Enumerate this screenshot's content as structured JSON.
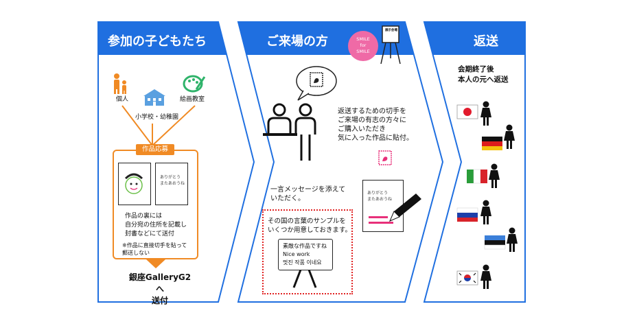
{
  "panels": {
    "children": {
      "title": "参加の子どもたち",
      "individual_label": "個人",
      "school_label": "小学校・幼稚園",
      "art_class_label": "絵画教室",
      "entry_badge": "作品応募",
      "back_instructions": "作品の裏には\n自分宛の住所を記載し\n封書などにて送付",
      "note": "※作品に直接切手を貼って\n郵送しない",
      "send_to": "銀座GalleryG2へ\n送付",
      "card_text": "ありがとう\nまたあおうね"
    },
    "visitors": {
      "title": "ご来場の方",
      "smile_badge": "SMILE\nfor\nSMILE",
      "easel_sign": "展示会場",
      "stamp_text": "返送するための切手を\nご来場の有志の方々に\nご購入いただき\n気に入った作品に貼付。",
      "message_text": "一言メッセージを添えて\nいただく。",
      "sample_text": "その国の言葉のサンプルを\nいくつか用意しておきます。",
      "board_lines": [
        "素敵な作品ですね",
        "Nice work",
        "멋진 작품 이네요"
      ],
      "card_text": "ありがとう\nまたあおうね"
    },
    "return": {
      "title": "返送",
      "subtitle": "会期終了後\n本人の元へ返送",
      "flags": [
        "japan-flag",
        "germany-flag",
        "italy-flag",
        "russia-flag",
        "estonia-flag",
        "korea-flag"
      ]
    }
  },
  "colors": {
    "blue": "#1f6fe0",
    "orange": "#f08a24",
    "pink": "#e8307a",
    "red_dotted": "#e02020"
  }
}
